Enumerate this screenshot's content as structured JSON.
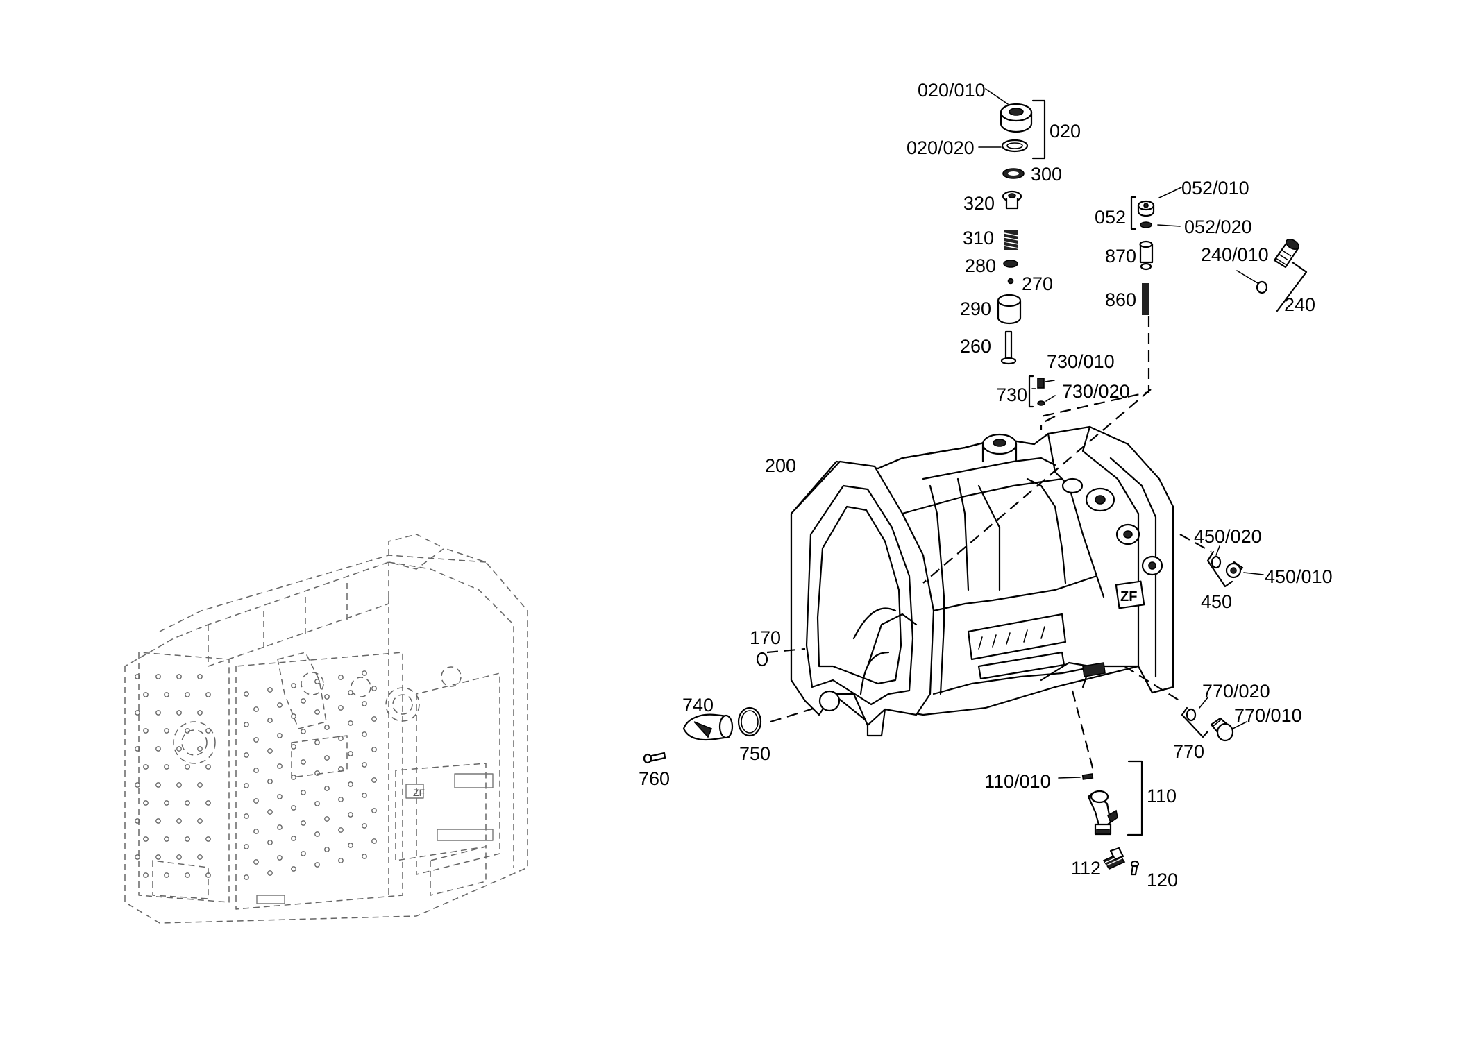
{
  "labels": {
    "l_020_010": "020/010",
    "l_020": "020",
    "l_020_020": "020/020",
    "l_300": "300",
    "l_320": "320",
    "l_310": "310",
    "l_280": "280",
    "l_270": "270",
    "l_290": "290",
    "l_260": "260",
    "l_052": "052",
    "l_052_010": "052/010",
    "l_052_020": "052/020",
    "l_870": "870",
    "l_860": "860",
    "l_240_010": "240/010",
    "l_240": "240",
    "l_730_010": "730/010",
    "l_730": "730",
    "l_730_020": "730/020",
    "l_200": "200",
    "l_450_020": "450/020",
    "l_450_010": "450/010",
    "l_450": "450",
    "l_170": "170",
    "l_740": "740",
    "l_750": "750",
    "l_760": "760",
    "l_770_020": "770/020",
    "l_770_010": "770/010",
    "l_770": "770",
    "l_110_010": "110/010",
    "l_110": "110",
    "l_112": "112",
    "l_120": "120"
  },
  "housing_markings": {
    "logo": "ZF"
  }
}
